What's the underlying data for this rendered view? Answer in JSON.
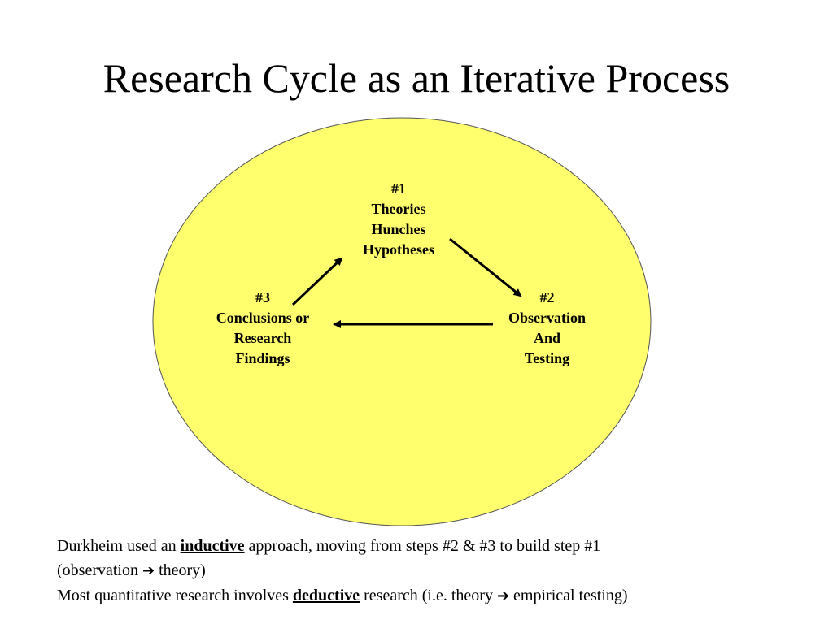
{
  "title": "Research Cycle as an Iterative Process",
  "colors": {
    "circle_fill": "#ffff6e",
    "circle_stroke": "#555555",
    "arrow": "#000000",
    "background": "#ffffff"
  },
  "nodes": {
    "step1": {
      "number": "#1",
      "lines": [
        "Theories",
        "Hunches",
        "Hypotheses"
      ]
    },
    "step2": {
      "number": "#2",
      "lines": [
        "Observation",
        "And",
        "Testing"
      ]
    },
    "step3": {
      "number": "#3",
      "lines": [
        "Conclusions or",
        "Research",
        "Findings"
      ]
    }
  },
  "arrows": [
    {
      "from": "#1",
      "to": "#2"
    },
    {
      "from": "#2",
      "to": "#3"
    },
    {
      "from": "#3",
      "to": "#1"
    }
  ],
  "notes": {
    "line1_prefix": "Durkheim used an ",
    "line1_term": "inductive",
    "line1_suffix": " approach, moving from steps #2 & #3 to build step #1",
    "line2_prefix": "(observation ",
    "line2_suffix": " theory)",
    "line3_prefix": "Most quantitative research involves ",
    "line3_term": "deductive",
    "line3_middle": " research (i.e. theory ",
    "line3_suffix": " empirical testing)",
    "arrow_glyph": "➔"
  }
}
